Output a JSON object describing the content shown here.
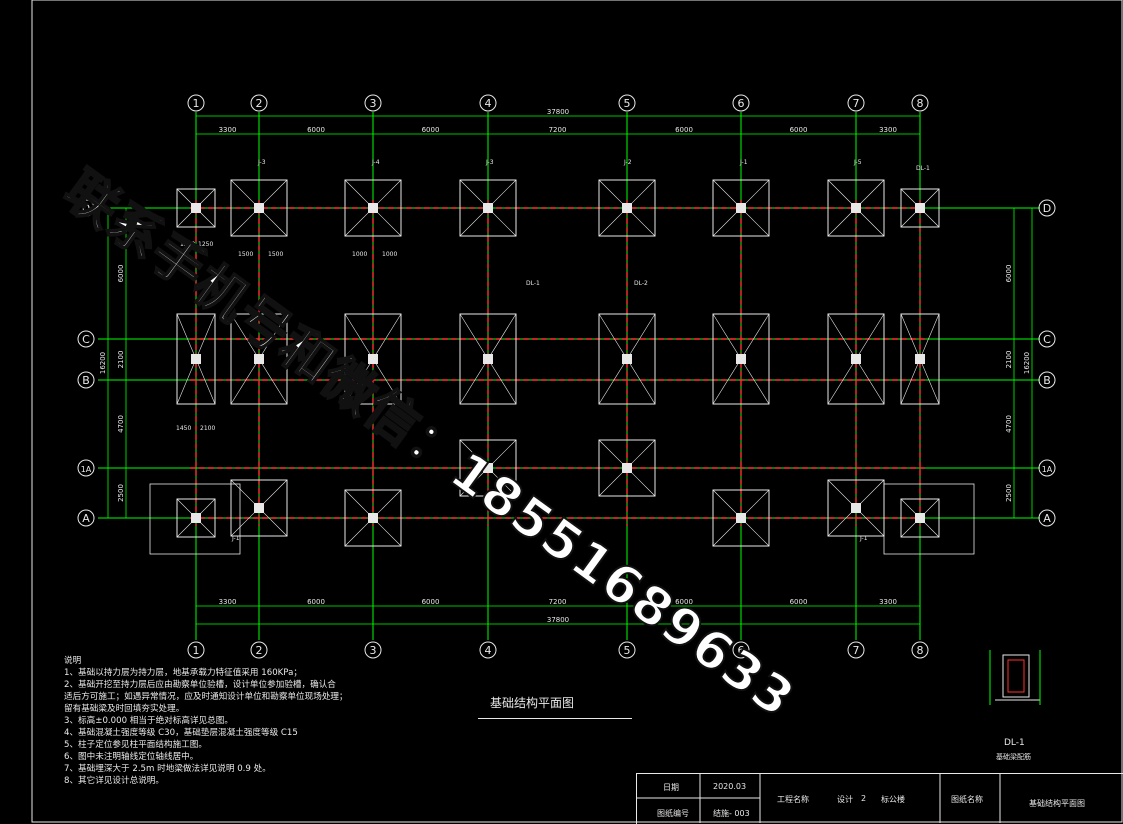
{
  "watermark": "联系手机号和微信：18551689633",
  "axes_x": [
    "1",
    "2",
    "3",
    "4",
    "5",
    "6",
    "7",
    "8"
  ],
  "axes_y": [
    "D",
    "C",
    "B",
    "1A",
    "A"
  ],
  "dims_top_total": "37800",
  "dims_top": [
    "3300",
    "6000",
    "6000",
    "7200",
    "6000",
    "6000",
    "3300"
  ],
  "dims_bottom_total": "37800",
  "dims_bottom": [
    "3300",
    "6000",
    "6000",
    "7200",
    "6000",
    "6000",
    "3300"
  ],
  "dims_left": [
    "6000",
    "2100",
    "4700",
    "2500"
  ],
  "dims_left_total": "16200",
  "dims_right": [
    "6000",
    "2100",
    "4700",
    "2500"
  ],
  "dims_right_total": "16200",
  "footing_labels": [
    "J-3",
    "J-4",
    "J-3",
    "J-2",
    "J-1",
    "J-5",
    "DL-1",
    "DL-1",
    "DL-2",
    "J-1",
    "J-1"
  ],
  "footing_dims": [
    "1500",
    "1500",
    "1000",
    "1000",
    "1250",
    "1250",
    "1450",
    "2100"
  ],
  "drawing_title": "基础结构平面图",
  "notes": [
    "说明",
    "1、基础以持力层为持力层，地基承载力特征值采用          160KPa；",
    "2、基础开挖至持力层后应由勘察单位验槽，设计单位参加验槽，确认合",
    "   适后方可施工；如遇异常情况，应及时通知设计单位和勘察单位现场处理；",
    "   留有基础梁及时回填夯实处理。",
    "3、标高±0.000   相当于绝对标高详见总图。",
    "4、基础混凝土强度等级      C30，基础垫层混凝土强度等级        C15",
    "5、柱子定位参见柱平面结构施工图。",
    "6、图中未注明轴线定位轴线居中。",
    "7、基础埋深大于    2.5m   时地梁做法详见说明       0.9  处。",
    "8、其它详见设计总说明。"
  ],
  "section_title": "DL-1",
  "section_subtitle": "基础梁配筋",
  "title_block": {
    "date_label": "日期",
    "date_value": "2020.03",
    "project_label": "工程名称",
    "design_label": "设计",
    "design_value": "2",
    "design_extra": "标公楼",
    "drawing_name_label": "图纸名称",
    "drawing_name_value": "基础结构平面图",
    "drawing_no_label": "图纸编号",
    "drawing_no_value": "结施-  003"
  },
  "colors": {
    "axis_line": "#00ff00",
    "beam": "#ff3030",
    "footing": "#e8e8e8",
    "text": "#e8e8e8",
    "bubble": "#e8e8e8",
    "dim_text": "#e8e8e8",
    "magenta": "#ff40ff"
  }
}
